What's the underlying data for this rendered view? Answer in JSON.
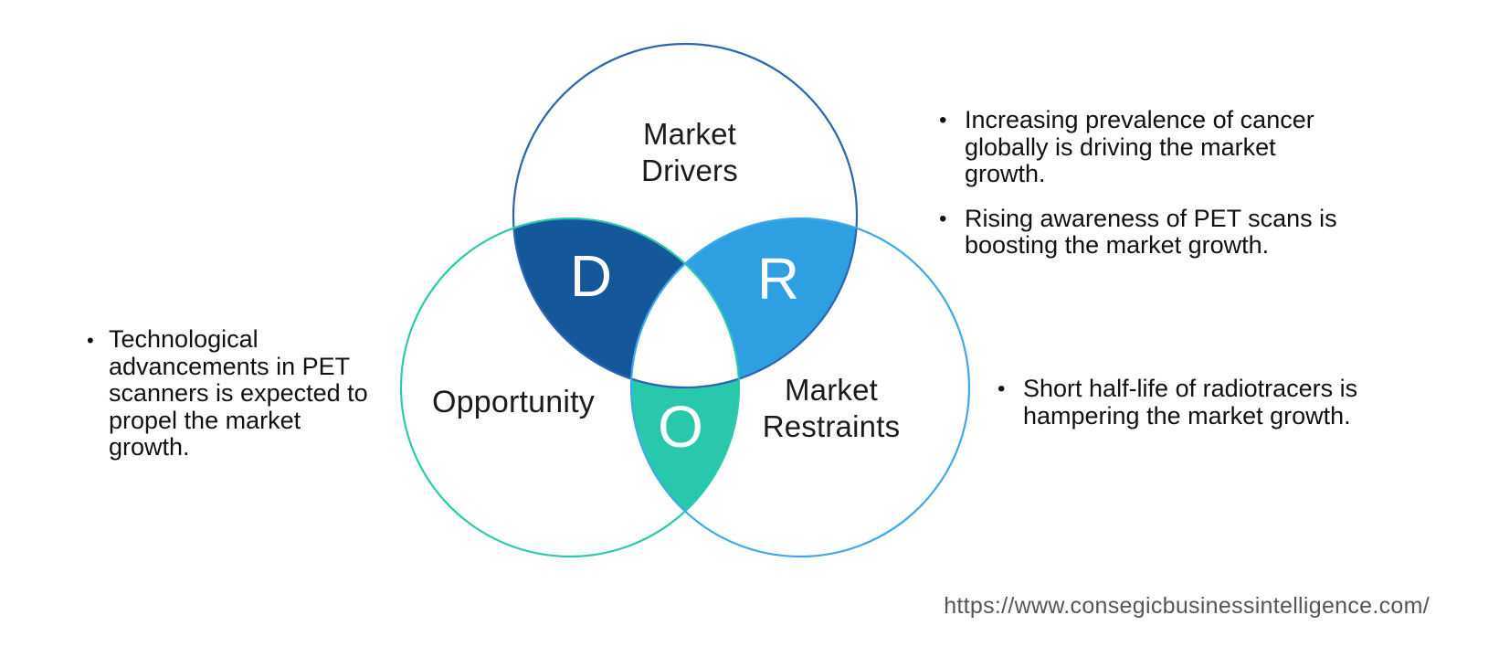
{
  "ui": {
    "bullet_glyph": "•",
    "background_color": "#ffffff",
    "text_color": "#111111",
    "url_color": "#565656"
  },
  "diagram": {
    "type": "venn-dro",
    "circles": [
      {
        "id": "drivers",
        "label": "Market Drivers",
        "letter": "D",
        "outline_color": "#2B66AE",
        "petal_color": "#15579B"
      },
      {
        "id": "restraints",
        "label": "Market Restraints",
        "letter": "R",
        "outline_color": "#41A8E8",
        "petal_color": "#2E9FE0"
      },
      {
        "id": "opportunity",
        "label": "Opportunity",
        "letter": "O",
        "outline_color": "#2DC9AC",
        "petal_color": "#29C7AC"
      }
    ]
  },
  "notes": {
    "drivers": [
      {
        "lines": [
          "Increasing prevalence of cancer",
          "globally is driving the market growth."
        ]
      },
      {
        "lines": [
          "Rising awareness of PET scans is",
          "boosting the market growth."
        ]
      }
    ],
    "opportunity": [
      {
        "lines": [
          "Technological",
          "advancements in PET",
          "scanners is expected to",
          "propel the market",
          "growth."
        ]
      }
    ],
    "restraints": [
      {
        "lines": [
          "Short half-life of radiotracers is",
          "hampering the market growth."
        ]
      }
    ]
  },
  "footer": {
    "url": "https://www.consegicbusinessintelligence.com/"
  }
}
